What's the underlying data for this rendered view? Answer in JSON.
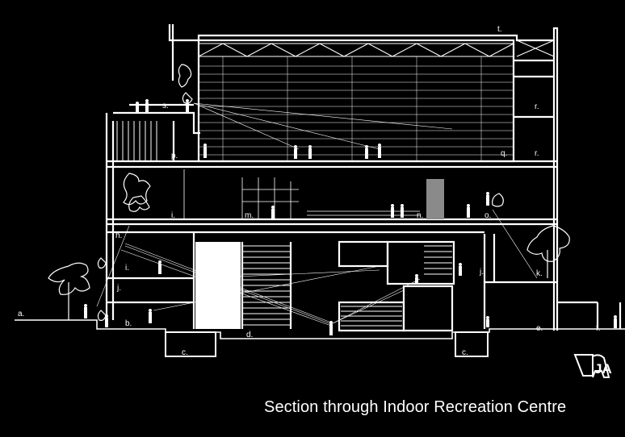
{
  "caption": "Section through Indoor Recreation Centre",
  "logo_text": "JA",
  "labels": {
    "a": "a.",
    "b": "b.",
    "c1": "c.",
    "c2": "c.",
    "d": "d.",
    "e": "e.",
    "f": "f.",
    "h": "h.",
    "i1": "i.",
    "i2": "i.",
    "j1": "j.",
    "j2": "j.",
    "k": "k.",
    "l": "l.",
    "m": "m.",
    "n": "n.",
    "o": "o.",
    "p": "p.",
    "q": "q.",
    "r1": "r.",
    "r2": "r.",
    "s": "s.",
    "t": "t."
  },
  "colors": {
    "background": "#000000",
    "line": "#ffffff",
    "grey": "#8a8a8a"
  }
}
